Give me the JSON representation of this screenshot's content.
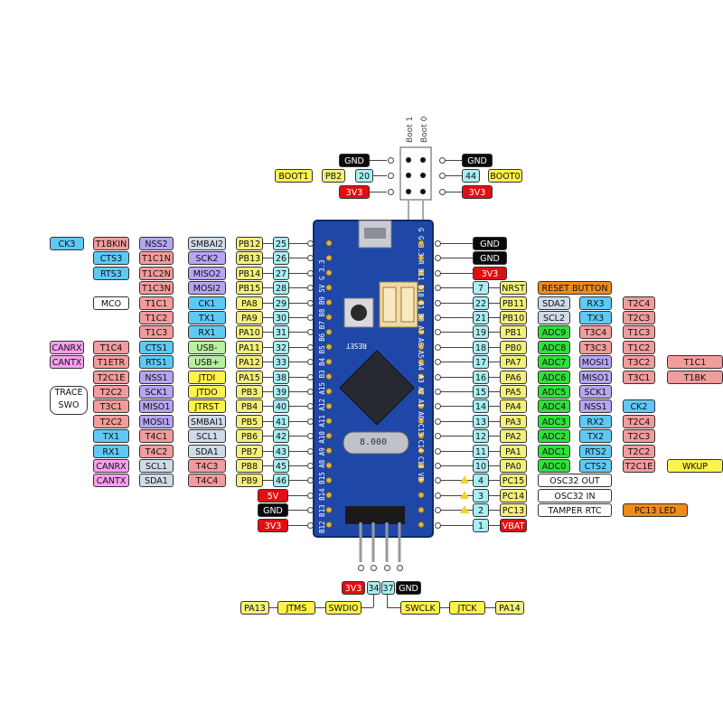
{
  "colors": {
    "gnd": "#0a0a0a",
    "power": "#e01010",
    "pin": "#a8eef2",
    "gpio": "#f5f07a",
    "timer": "#f29c9c",
    "serial": "#5fc9f5",
    "spi": "#b6a5f2",
    "i2c": "#cfdce8",
    "usb": "#b7f0a0",
    "jtag": "#fff24a",
    "can": "#f5a0f0",
    "misc": "#ffffff",
    "adc": "#2fe03a",
    "reset": "#f08a1a",
    "board": "#1f47a8"
  },
  "boot": {
    "label_boot1": "Boot 1",
    "label_boot0": "Boot 0",
    "jumper_values": [
      "0",
      "0",
      "1",
      "1"
    ],
    "left": [
      {
        "text": "GND",
        "type": "gnd"
      },
      {
        "text": "BOOT1",
        "type": "jtag"
      },
      {
        "text": "PB2",
        "type": "gpio"
      },
      {
        "text": "20",
        "type": "pin"
      },
      {
        "text": "3V3",
        "type": "power"
      }
    ],
    "right": [
      {
        "text": "GND",
        "type": "gnd"
      },
      {
        "text": "44",
        "type": "pin"
      },
      {
        "text": "BOOT0",
        "type": "jtag"
      },
      {
        "text": "3V3",
        "type": "power"
      }
    ]
  },
  "left_rows": [
    {
      "labels": [
        {
          "text": "CK3",
          "type": "serial"
        },
        {
          "text": "T1BKIN",
          "type": "timer"
        },
        {
          "text": "NSS2",
          "type": "spi"
        },
        {
          "text": "SMBAI2",
          "type": "i2c"
        },
        {
          "text": "PB12",
          "type": "gpio"
        }
      ],
      "pin": "25"
    },
    {
      "labels": [
        {
          "text": "CTS3",
          "type": "serial"
        },
        {
          "text": "T1C1N",
          "type": "timer"
        },
        {
          "text": "SCK2",
          "type": "spi"
        },
        {
          "text": "PB13",
          "type": "gpio"
        }
      ],
      "pin": "26"
    },
    {
      "labels": [
        {
          "text": "RTS3",
          "type": "serial"
        },
        {
          "text": "T1C2N",
          "type": "timer"
        },
        {
          "text": "MISO2",
          "type": "spi"
        },
        {
          "text": "PB14",
          "type": "gpio"
        }
      ],
      "pin": "27"
    },
    {
      "labels": [
        {
          "text": "T1C3N",
          "type": "timer"
        },
        {
          "text": "MOSI2",
          "type": "spi"
        },
        {
          "text": "PB15",
          "type": "gpio"
        }
      ],
      "pin": "28"
    },
    {
      "labels": [
        {
          "text": "MCO",
          "type": "misc"
        },
        {
          "text": "T1C1",
          "type": "timer"
        },
        {
          "text": "CK1",
          "type": "serial"
        },
        {
          "text": "PA8",
          "type": "gpio"
        }
      ],
      "pin": "29"
    },
    {
      "labels": [
        {
          "text": "T1C2",
          "type": "timer"
        },
        {
          "text": "TX1",
          "type": "serial"
        },
        {
          "text": "PA9",
          "type": "gpio"
        }
      ],
      "pin": "30"
    },
    {
      "labels": [
        {
          "text": "T1C3",
          "type": "timer"
        },
        {
          "text": "RX1",
          "type": "serial"
        },
        {
          "text": "PA10",
          "type": "gpio"
        }
      ],
      "pin": "31"
    },
    {
      "labels": [
        {
          "text": "CANRX",
          "type": "can"
        },
        {
          "text": "T1C4",
          "type": "timer"
        },
        {
          "text": "CTS1",
          "type": "serial"
        },
        {
          "text": "USB-",
          "type": "usb"
        },
        {
          "text": "PA11",
          "type": "gpio"
        }
      ],
      "pin": "32"
    },
    {
      "labels": [
        {
          "text": "CANTX",
          "type": "can"
        },
        {
          "text": "T1ETR",
          "type": "timer"
        },
        {
          "text": "RTS1",
          "type": "serial"
        },
        {
          "text": "USB+",
          "type": "usb"
        },
        {
          "text": "PA12",
          "type": "gpio"
        }
      ],
      "pin": "33"
    },
    {
      "labels": [
        {
          "text": "T2C1E",
          "type": "timer"
        },
        {
          "text": "NSS1",
          "type": "spi"
        },
        {
          "text": "JTDI",
          "type": "jtag"
        },
        {
          "text": "PA15",
          "type": "gpio"
        }
      ],
      "pin": "38"
    },
    {
      "labels": [
        {
          "text": "T2C2",
          "type": "timer"
        },
        {
          "text": "SCK1",
          "type": "spi"
        },
        {
          "text": "JTDO",
          "type": "jtag"
        },
        {
          "text": "PB3",
          "type": "gpio"
        }
      ],
      "pin": "39"
    },
    {
      "labels": [
        {
          "text": "T3C1",
          "type": "timer"
        },
        {
          "text": "MISO1",
          "type": "spi"
        },
        {
          "text": "JTRST",
          "type": "jtag"
        },
        {
          "text": "PB4",
          "type": "gpio"
        }
      ],
      "pin": "40"
    },
    {
      "labels": [
        {
          "text": "T2C2",
          "type": "timer"
        },
        {
          "text": "MOSI1",
          "type": "spi"
        },
        {
          "text": "SMBAI1",
          "type": "i2c"
        },
        {
          "text": "PB5",
          "type": "gpio"
        }
      ],
      "pin": "41"
    },
    {
      "labels": [
        {
          "text": "TX1",
          "type": "serial"
        },
        {
          "text": "T4C1",
          "type": "timer"
        },
        {
          "text": "SCL1",
          "type": "i2c"
        },
        {
          "text": "PB6",
          "type": "gpio"
        }
      ],
      "pin": "42"
    },
    {
      "labels": [
        {
          "text": "RX1",
          "type": "serial"
        },
        {
          "text": "T4C2",
          "type": "timer"
        },
        {
          "text": "SDA1",
          "type": "i2c"
        },
        {
          "text": "PB7",
          "type": "gpio"
        }
      ],
      "pin": "43"
    },
    {
      "labels": [
        {
          "text": "CANRX",
          "type": "can"
        },
        {
          "text": "SCL1",
          "type": "i2c"
        },
        {
          "text": "T4C3",
          "type": "timer"
        },
        {
          "text": "PB8",
          "type": "gpio"
        }
      ],
      "pin": "45"
    },
    {
      "labels": [
        {
          "text": "CANTX",
          "type": "can"
        },
        {
          "text": "SDA1",
          "type": "i2c"
        },
        {
          "text": "T4C4",
          "type": "timer"
        },
        {
          "text": "PB9",
          "type": "gpio"
        }
      ],
      "pin": "46"
    }
  ],
  "trace_swo": "TRACE\nSWO",
  "left_power": [
    {
      "text": "5V",
      "type": "power"
    },
    {
      "text": "GND",
      "type": "gnd"
    },
    {
      "text": "3V3",
      "type": "power"
    }
  ],
  "right_top_power": [
    {
      "text": "GND",
      "type": "gnd"
    },
    {
      "text": "GND",
      "type": "gnd"
    },
    {
      "text": "3V3",
      "type": "power"
    }
  ],
  "right_rows": [
    {
      "pin": "7",
      "labels": [
        {
          "text": "NRST",
          "type": "gpio"
        },
        {
          "text": "RESET BUTTON",
          "type": "reset"
        }
      ]
    },
    {
      "pin": "22",
      "labels": [
        {
          "text": "PB11",
          "type": "gpio"
        },
        {
          "text": "SDA2",
          "type": "i2c"
        },
        {
          "text": "RX3",
          "type": "serial"
        },
        {
          "text": "T2C4",
          "type": "timer"
        }
      ]
    },
    {
      "pin": "21",
      "labels": [
        {
          "text": "PB10",
          "type": "gpio"
        },
        {
          "text": "SCL2",
          "type": "i2c"
        },
        {
          "text": "TX3",
          "type": "serial"
        },
        {
          "text": "T2C3",
          "type": "timer"
        }
      ]
    },
    {
      "pin": "19",
      "labels": [
        {
          "text": "PB1",
          "type": "gpio"
        },
        {
          "text": "ADC9",
          "type": "adc"
        },
        {
          "text": "T3C4",
          "type": "timer"
        },
        {
          "text": "T1C3",
          "type": "timer"
        }
      ]
    },
    {
      "pin": "18",
      "labels": [
        {
          "text": "PB0",
          "type": "gpio"
        },
        {
          "text": "ADC8",
          "type": "adc"
        },
        {
          "text": "T3C3",
          "type": "timer"
        },
        {
          "text": "T1C2",
          "type": "timer"
        }
      ]
    },
    {
      "pin": "17",
      "labels": [
        {
          "text": "PA7",
          "type": "gpio"
        },
        {
          "text": "ADC7",
          "type": "adc"
        },
        {
          "text": "MOSI1",
          "type": "spi"
        },
        {
          "text": "T3C2",
          "type": "timer"
        },
        {
          "text": "T1C1",
          "type": "timer"
        }
      ]
    },
    {
      "pin": "16",
      "labels": [
        {
          "text": "PA6",
          "type": "gpio"
        },
        {
          "text": "ADC6",
          "type": "adc"
        },
        {
          "text": "MISO1",
          "type": "spi"
        },
        {
          "text": "T3C1",
          "type": "timer"
        },
        {
          "text": "T1BK",
          "type": "timer"
        }
      ]
    },
    {
      "pin": "15",
      "labels": [
        {
          "text": "PA5",
          "type": "gpio"
        },
        {
          "text": "ADC5",
          "type": "adc"
        },
        {
          "text": "SCK1",
          "type": "spi"
        }
      ]
    },
    {
      "pin": "14",
      "labels": [
        {
          "text": "PA4",
          "type": "gpio"
        },
        {
          "text": "ADC4",
          "type": "adc"
        },
        {
          "text": "NSS1",
          "type": "spi"
        },
        {
          "text": "CK2",
          "type": "serial"
        }
      ]
    },
    {
      "pin": "13",
      "labels": [
        {
          "text": "PA3",
          "type": "gpio"
        },
        {
          "text": "ADC3",
          "type": "adc"
        },
        {
          "text": "RX2",
          "type": "serial"
        },
        {
          "text": "T2C4",
          "type": "timer"
        }
      ]
    },
    {
      "pin": "12",
      "labels": [
        {
          "text": "PA2",
          "type": "gpio"
        },
        {
          "text": "ADC2",
          "type": "adc"
        },
        {
          "text": "TX2",
          "type": "serial"
        },
        {
          "text": "T2C3",
          "type": "timer"
        }
      ]
    },
    {
      "pin": "11",
      "labels": [
        {
          "text": "PA1",
          "type": "gpio"
        },
        {
          "text": "ADC1",
          "type": "adc"
        },
        {
          "text": "RTS2",
          "type": "serial"
        },
        {
          "text": "T2C2",
          "type": "timer"
        }
      ]
    },
    {
      "pin": "10",
      "labels": [
        {
          "text": "PA0",
          "type": "gpio"
        },
        {
          "text": "ADC0",
          "type": "adc"
        },
        {
          "text": "CTS2",
          "type": "serial"
        },
        {
          "text": "T2C1E",
          "type": "timer"
        },
        {
          "text": "WKUP",
          "type": "jtag"
        }
      ]
    },
    {
      "pin": "4",
      "warn": true,
      "labels": [
        {
          "text": "PC15",
          "type": "gpio"
        },
        {
          "text": "OSC32 OUT",
          "type": "misc"
        }
      ]
    },
    {
      "pin": "3",
      "warn": true,
      "labels": [
        {
          "text": "PC14",
          "type": "gpio"
        },
        {
          "text": "OSC32 IN",
          "type": "misc"
        }
      ]
    },
    {
      "pin": "2",
      "warn": true,
      "labels": [
        {
          "text": "PC13",
          "type": "gpio"
        },
        {
          "text": "TAMPER RTC",
          "type": "misc"
        },
        {
          "text": "PC13 LED",
          "type": "reset"
        }
      ]
    },
    {
      "pin": "1",
      "labels": [
        {
          "text": "VBAT",
          "type": "power"
        }
      ]
    }
  ],
  "bottom": {
    "pins": [
      {
        "text": "3V3",
        "type": "power"
      },
      {
        "text": "34",
        "type": "pin"
      },
      {
        "text": "37",
        "type": "pin"
      },
      {
        "text": "GND",
        "type": "gnd"
      }
    ],
    "left_chain": [
      {
        "text": "PA13",
        "type": "gpio"
      },
      {
        "text": "JTMS",
        "type": "jtag"
      },
      {
        "text": "SWDIO",
        "type": "jtag"
      }
    ],
    "right_chain": [
      {
        "text": "SWCLK",
        "type": "jtag"
      },
      {
        "text": "JTCK",
        "type": "jtag"
      },
      {
        "text": "PA14",
        "type": "gpio"
      }
    ]
  },
  "board": {
    "left_edge_text": "B12 B13 B14 B15 A8 A9 A10 A11 A12 A15 B3 B4 B5 B6 B7 B8 B9 5V G 3.3",
    "right_edge_text": "G G 3.3 R B11 B10 B1 B0 A7 A6 A5 A4 A3 A2 A1 A0 C15 C14 C13 VB",
    "reset_text": "RESET",
    "crystal_text": "8.000"
  }
}
